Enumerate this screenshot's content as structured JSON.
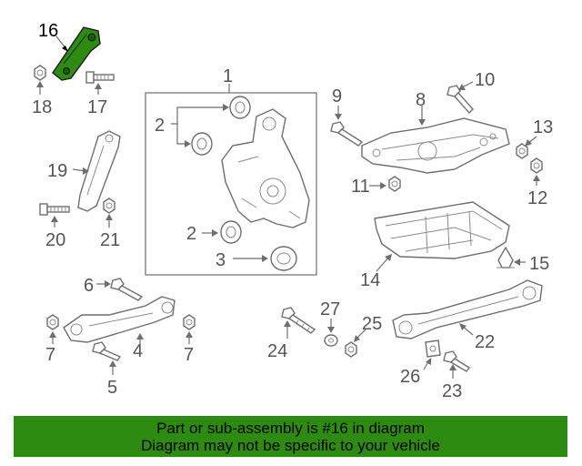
{
  "callouts": {
    "c1": "1",
    "c2a": "2",
    "c2b": "2",
    "c3": "3",
    "c4": "4",
    "c5": "5",
    "c6": "6",
    "c7a": "7",
    "c7b": "7",
    "c8": "8",
    "c9": "9",
    "c10": "10",
    "c11": "11",
    "c12": "12",
    "c13": "13",
    "c14": "14",
    "c15": "15",
    "c16": "16",
    "c17": "17",
    "c18": "18",
    "c19": "19",
    "c20": "20",
    "c21": "21",
    "c22": "22",
    "c23": "23",
    "c24": "24",
    "c25": "25",
    "c26": "26",
    "c27": "27"
  },
  "highlight": {
    "part_number": "16",
    "color": "#2e8b11"
  },
  "banner": {
    "line1": "Part or sub-assembly is #16 in diagram",
    "line2": "Diagram may not be specific to your vehicle",
    "background": "#2e8b11"
  }
}
